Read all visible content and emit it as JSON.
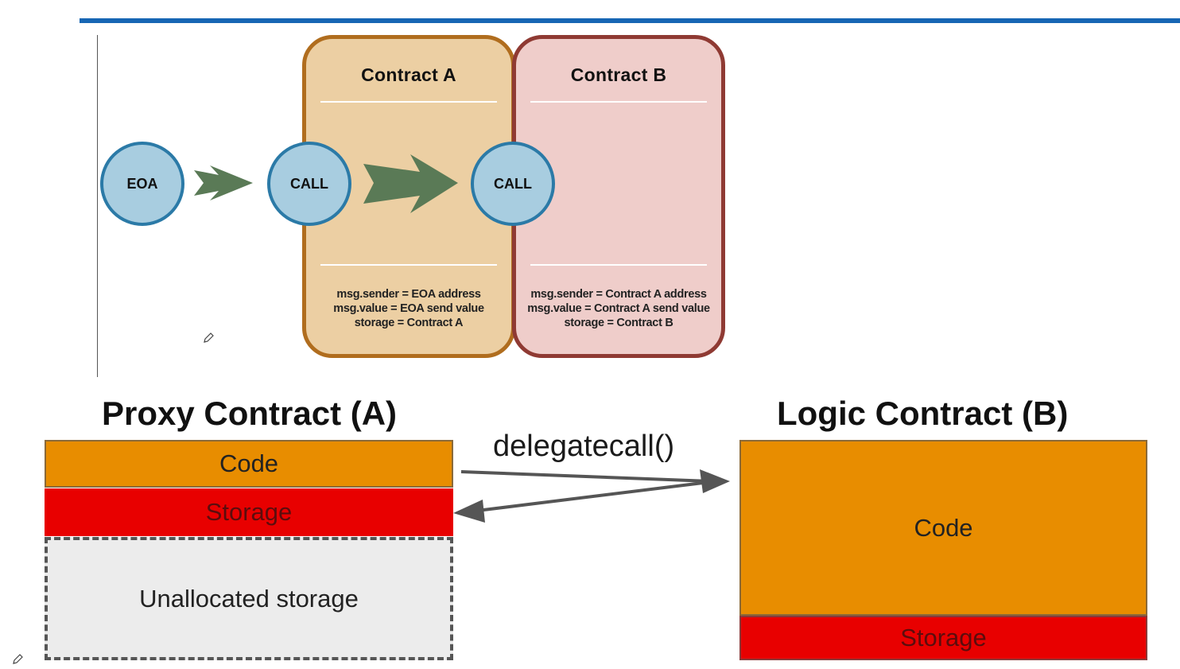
{
  "call_diagram": {
    "contract_a": {
      "title": "Contract A",
      "info": [
        "msg.sender = EOA address",
        "msg.value = EOA send value",
        "storage = Contract A"
      ]
    },
    "contract_b": {
      "title": "Contract B",
      "info": [
        "msg.sender = Contract A address",
        "msg.value = Contract A send value",
        "storage = Contract B"
      ]
    },
    "nodes": {
      "eoa": "EOA",
      "call_a": "CALL",
      "call_b": "CALL"
    }
  },
  "proxy_diagram": {
    "proxy": {
      "title": "Proxy Contract (A)",
      "code": "Code",
      "storage": "Storage",
      "unallocated": "Unallocated storage"
    },
    "logic": {
      "title": "Logic Contract (B)",
      "code": "Code",
      "storage": "Storage"
    },
    "delegate_label": "delegatecall()"
  },
  "colors": {
    "rule_blue": "#1766b4",
    "contract_a_fill": "#eccfa3",
    "contract_b_fill": "#efcdca",
    "node_fill": "#a8cde0",
    "arrow_green": "#5a7a56",
    "code_orange": "#e88d00",
    "storage_red": "#e80000",
    "unallocated_grey": "#ececec"
  },
  "icons": {
    "annotation_marks": "pencil-icon"
  }
}
